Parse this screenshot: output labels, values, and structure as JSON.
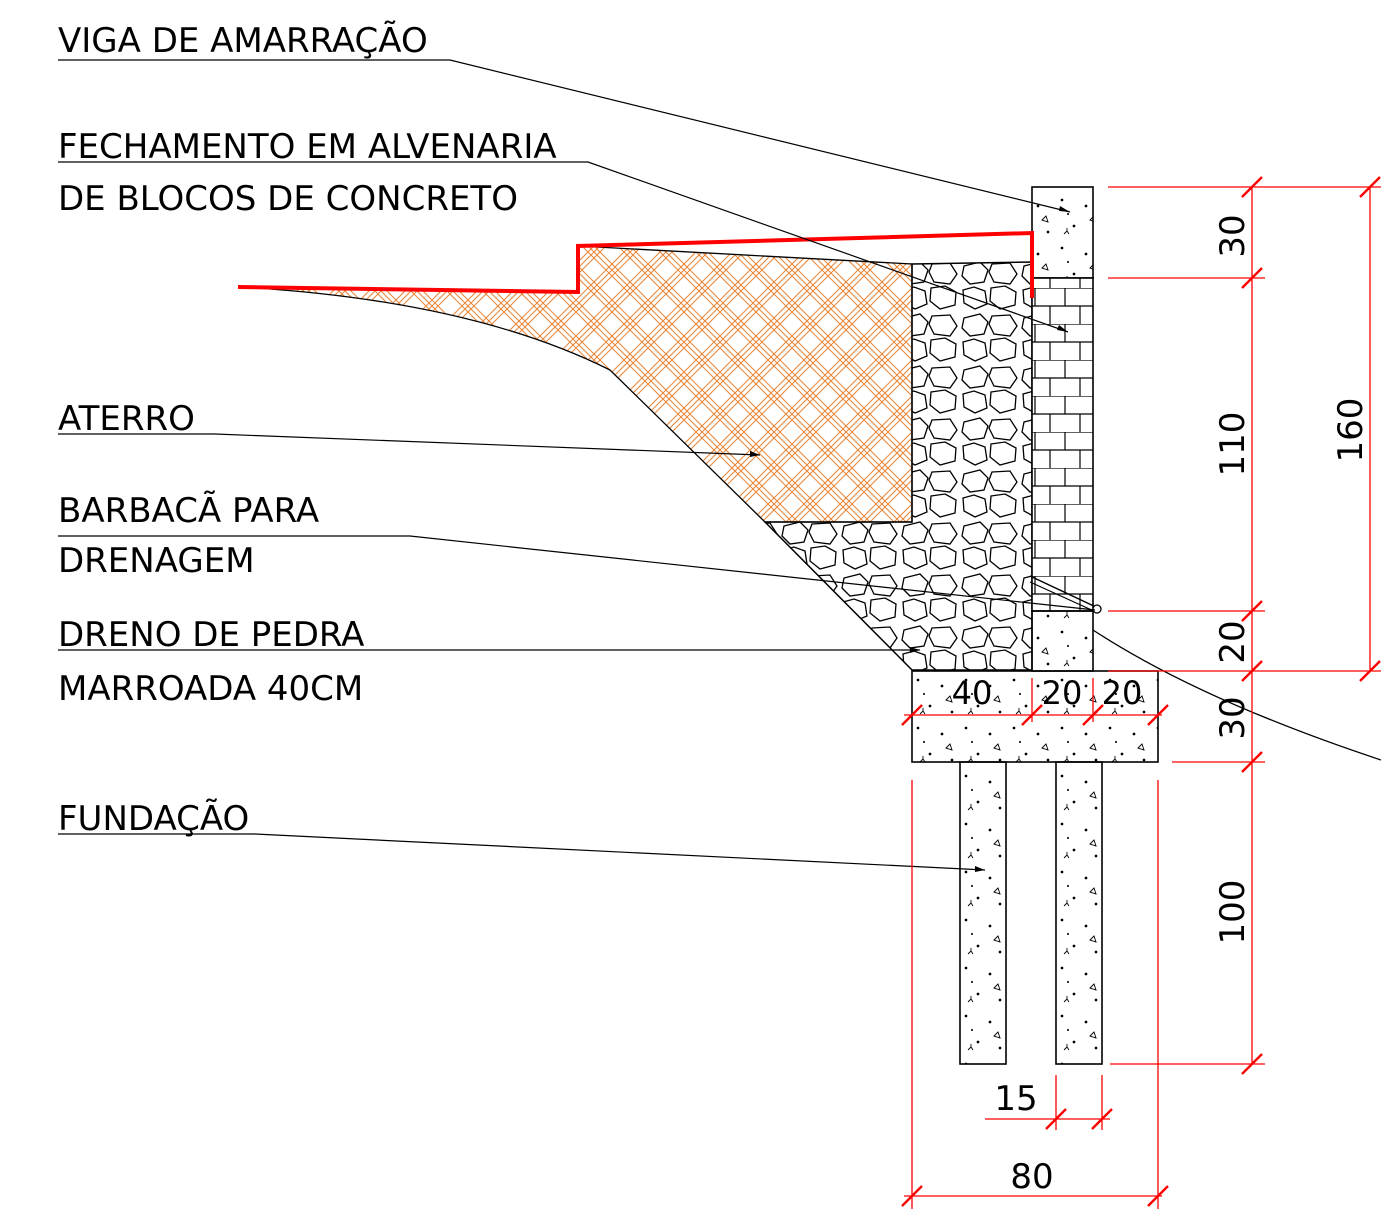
{
  "labels": {
    "viga": "VIGA DE AMARRAÇÃO",
    "fechamento_1": "FECHAMENTO EM ALVENARIA",
    "fechamento_2": "DE BLOCOS DE CONCRETO",
    "aterro": "ATERRO",
    "barbaca_1": "BARBACÃ PARA",
    "barbaca_2": "DRENAGEM",
    "dreno_1": "DRENO DE PEDRA",
    "dreno_2": "MARROADA 40CM",
    "fundacao": "FUNDAÇÃO"
  },
  "dimensions": {
    "beam_height": "30",
    "wall_height": "110",
    "base_wall_height": "20",
    "total_height": "160",
    "footing_height": "30",
    "pile_depth": "100",
    "drain_width": "40",
    "wall_width": "20",
    "toe_width": "20",
    "pile_width": "15",
    "footing_width": "80"
  },
  "colors": {
    "line": "#000000",
    "dimension": "#ff0000",
    "terrain": "#ff0000",
    "fill_hatch": "#e8873a"
  }
}
